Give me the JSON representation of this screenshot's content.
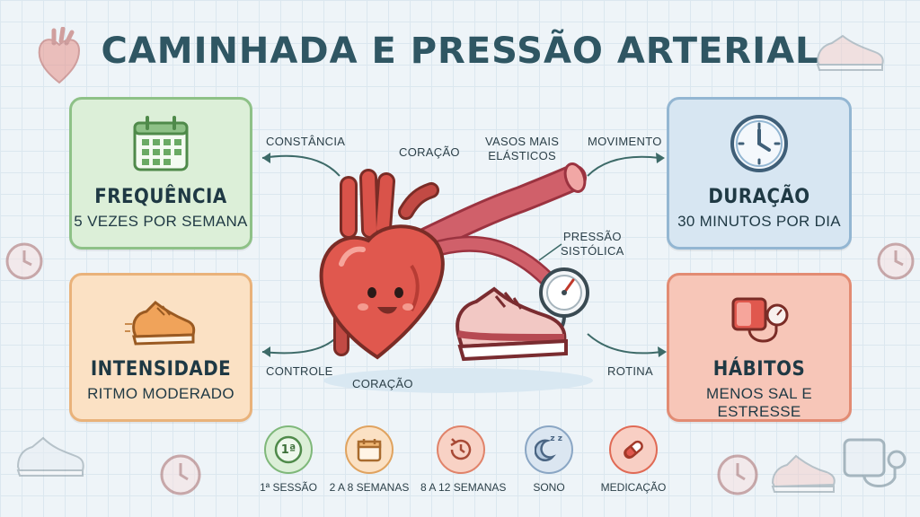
{
  "title": "CAMINHADA E PRESSÃO ARTERIAL",
  "cards": {
    "frequencia": {
      "title": "FREQUÊNCIA",
      "subtitle": "5 VEZES POR SEMANA",
      "icon": "calendar-icon"
    },
    "intensidade": {
      "title": "INTENSIDADE",
      "subtitle": "RITMO MODERADO",
      "icon": "sneaker-icon"
    },
    "duracao": {
      "title": "DURAÇÃO",
      "subtitle": "30 MINUTOS POR DIA",
      "icon": "clock-icon"
    },
    "habitos": {
      "title": "HÁBITOS",
      "subtitle": "MENOS SAL E ESTRESSE",
      "icon": "blood-pressure-monitor-icon"
    }
  },
  "labels": {
    "constancia": "CONSTÂNCIA",
    "coracao_top": "CORAÇÃO",
    "vasos_line1": "VASOS MAIS",
    "vasos_line2": "ELÁSTICOS",
    "movimento": "MOVIMENTO",
    "pressao_line1": "PRESSÃO",
    "pressao_line2": "SISTÓLICA",
    "controle": "CONTROLE",
    "coracao_bottom": "CORAÇÃO",
    "rotina": "ROTINA"
  },
  "timeline": [
    {
      "label": "1ª SESSÃO",
      "badge": "1ª",
      "color": "#7fb87a",
      "fill": "#dcefd8",
      "icon": "first-badge-icon"
    },
    {
      "label": "2 A 8 SEMANAS",
      "color": "#e0a35f",
      "fill": "#fbe1c4",
      "icon": "calendar-icon"
    },
    {
      "label": "8 A 12 SEMANAS",
      "color": "#e0836a",
      "fill": "#f8d2c5",
      "icon": "clock-rewind-icon"
    },
    {
      "label": "SONO",
      "badge": "z z",
      "color": "#8aa6c4",
      "fill": "#dbe6f1",
      "icon": "moon-sleep-icon"
    },
    {
      "label": "MEDICAÇÃO",
      "color": "#e06a55",
      "fill": "#f8cfc4",
      "icon": "pill-icon"
    }
  ],
  "colors": {
    "title": "#2f5663",
    "heart": "#e0584e",
    "artery": "#c9505a",
    "green": "#8ec187",
    "orange": "#e9b27a",
    "blue": "#93b6d2",
    "red": "#e28b73"
  }
}
